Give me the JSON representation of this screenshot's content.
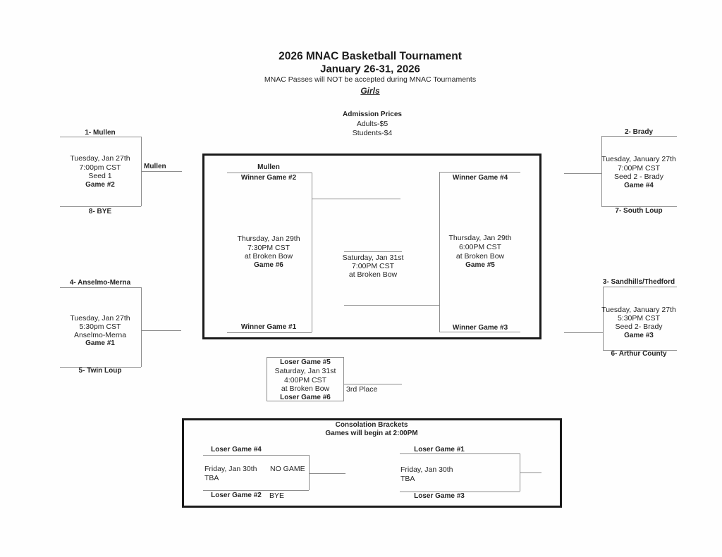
{
  "header": {
    "title": "2026 MNAC Basketball Tournament",
    "dates": "January 26-31, 2026",
    "note": "MNAC Passes will NOT be accepted during MNAC Tournaments",
    "division": "Girls",
    "admission_title": "Admission Prices",
    "admission_adults": "Adults-$5",
    "admission_students": "Students-$4"
  },
  "main_bracket": {
    "qf_left_top": {
      "seed_top": "1- Mullen",
      "seed_bottom": "8- BYE",
      "detail": [
        "Tuesday, Jan 27th",
        "7:00pm CST",
        "Seed 1"
      ],
      "game": "Game #2",
      "winner": "Mullen"
    },
    "qf_left_bottom": {
      "seed_top": "4- Anselmo-Merna",
      "seed_bottom": "5- Twin Loup",
      "detail": [
        "Tuesday, Jan 27th",
        "5:30pm CST",
        "Anselmo-Merna"
      ],
      "game": "Game #1"
    },
    "qf_right_top": {
      "seed_top": "2- Brady",
      "seed_bottom": "7- South Loup",
      "detail": [
        "Tuesday, January 27th",
        "7:00PM CST",
        "Seed 2 - Brady"
      ],
      "game": "Game #4"
    },
    "qf_right_bottom": {
      "seed_top": "3- Sandhills/Thedford",
      "seed_bottom": "6- Arthur County",
      "detail": [
        "Tuesday, January 27th",
        "5:30PM CST",
        "Seed 2- Brady"
      ],
      "game": "Game #3"
    },
    "sf_left": {
      "advancer": "Mullen",
      "slot_top": "Winner Game #2",
      "slot_bottom": "Winner Game #1",
      "detail": [
        "Thursday, Jan 29th",
        "7:30PM CST",
        "at Broken Bow"
      ],
      "game": "Game #6"
    },
    "sf_right": {
      "slot_top": "Winner Game #4",
      "slot_bottom": "Winner Game #3",
      "detail": [
        "Thursday, Jan 29th",
        "6:00PM CST",
        "at Broken Bow"
      ],
      "game": "Game #5"
    },
    "final": {
      "detail": [
        "Saturday, Jan 31st",
        "7:00PM CST",
        "at Broken Bow"
      ]
    },
    "third_place": {
      "slot_top": "Loser Game #5",
      "detail": [
        "Saturday, Jan 31st",
        "4:00PM CST",
        "at Broken Bow"
      ],
      "slot_bottom": "Loser Game #6",
      "label": "3rd Place"
    }
  },
  "consolation": {
    "title": "Consolation Brackets",
    "subtitle": "Games will begin at 2:00PM",
    "left_game": {
      "slot_top": "Loser Game #4",
      "slot_bottom": "Loser Game #2",
      "date": "Friday, Jan 30th",
      "time": "TBA",
      "note_top": "NO GAME",
      "note_bottom": "BYE"
    },
    "right_game": {
      "slot_top": "Loser Game #1",
      "slot_bottom": "Loser Game #3",
      "date": "Friday, Jan 30th",
      "time": "TBA"
    }
  },
  "colors": {
    "thin_line": "#8c8c8c",
    "bold_border": "#1a1a1a",
    "text": "#242424"
  }
}
